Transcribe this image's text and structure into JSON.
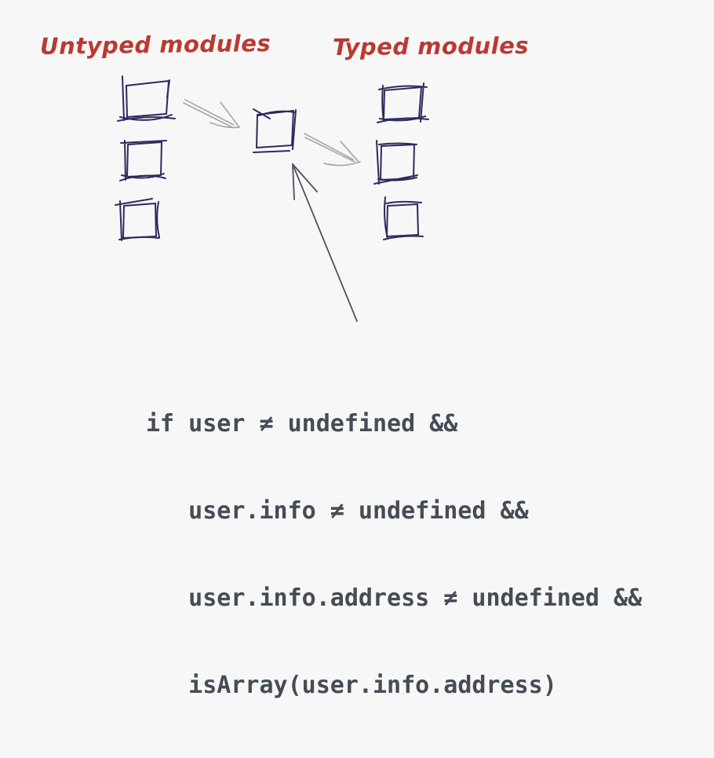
{
  "colors": {
    "page_bg": "#f7f7f8",
    "title_red": "#b93a31",
    "sketch_navy": "#2b2b5e",
    "arrow_gray": "#a9a9a9",
    "arrow_dark": "#4d535b",
    "code_text": "#454c55"
  },
  "diagram": {
    "untyped_group": {
      "title": "Untyped modules",
      "box_count": 3
    },
    "typed_group": {
      "title": "Typed modules",
      "box_count": 3
    }
  },
  "code": {
    "lines": [
      "if user ≠ undefined &&",
      "   user.info ≠ undefined &&",
      "   user.info.address ≠ undefined &&",
      "   isArray(user.info.address)"
    ]
  }
}
